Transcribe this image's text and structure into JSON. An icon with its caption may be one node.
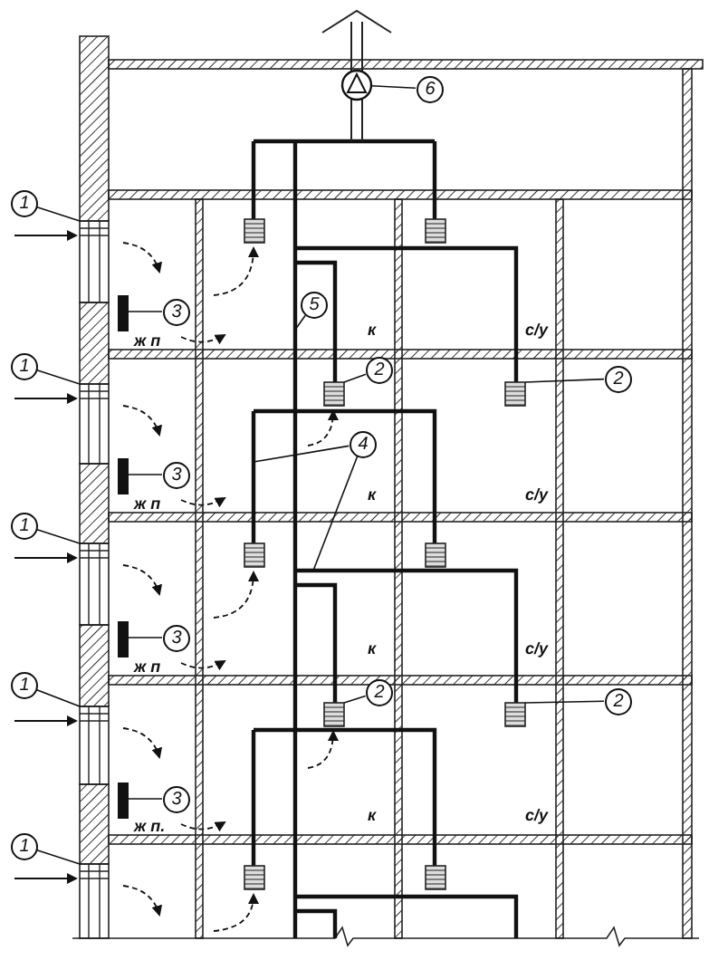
{
  "diagram": {
    "nodes": [
      {
        "text": [
          "6"
        ]
      },
      {
        "text": [
          "1"
        ]
      },
      {
        "text": [
          "5"
        ]
      },
      {
        "text": [
          "3"
        ]
      },
      {
        "text": [
          "1"
        ]
      },
      {
        "text": [
          "2"
        ]
      },
      {
        "text": [
          "2"
        ]
      },
      {
        "text": [
          "4"
        ]
      },
      {
        "text": [
          "3"
        ]
      },
      {
        "text": [
          "1"
        ]
      },
      {
        "text": [
          "3"
        ]
      },
      {
        "text": [
          "1"
        ]
      },
      {
        "text": [
          "2"
        ]
      },
      {
        "text": [
          "2"
        ]
      },
      {
        "text": [
          "3"
        ]
      },
      {
        "text": [
          "1"
        ]
      },
      {
        "text": [],
        "shape": "circle"
      },
      {
        "text": [],
        "shape": "box"
      },
      {
        "text": [],
        "shape": "box"
      },
      {
        "text": [],
        "shape": "box"
      },
      {
        "text": [],
        "shape": "box"
      },
      {
        "text": [],
        "shape": "box"
      },
      {
        "text": [],
        "shape": "bar"
      },
      {
        "text": [],
        "shape": "bar"
      },
      {
        "text": [],
        "shape": "bar"
      },
      {
        "text": [],
        "shape": "bar"
      },
      {
        "text": [],
        "shape": "box"
      },
      {
        "text": [],
        "shape": "box"
      },
      {
        "text": [],
        "shape": "box"
      },
      {
        "text": [],
        "shape": "box"
      }
    ],
    "edges": [
      {
        "from": 0,
        "to": 16,
        "arrow": "none"
      },
      {
        "from": 1,
        "to": 17,
        "arrow": "none"
      },
      {
        "from": 2,
        "to": null,
        "arrow": "none"
      },
      {
        "from": 3,
        "to": 22,
        "arrow": "none"
      },
      {
        "from": 4,
        "to": 18,
        "arrow": "none"
      },
      {
        "from": 5,
        "to": 26,
        "arrow": "none"
      },
      {
        "from": 6,
        "to": 27,
        "arrow": "none"
      },
      {
        "from": 7,
        "to": null,
        "arrow": "none"
      },
      {
        "from": 7,
        "to": null,
        "arrow": "none"
      },
      {
        "from": 8,
        "to": 23,
        "arrow": "none"
      },
      {
        "from": 9,
        "to": 19,
        "arrow": "none"
      },
      {
        "from": 10,
        "to": 24,
        "arrow": "none"
      },
      {
        "from": 11,
        "to": 20,
        "arrow": "none"
      },
      {
        "from": 12,
        "to": 28,
        "arrow": "none"
      },
      {
        "from": 13,
        "to": 29,
        "arrow": "none"
      },
      {
        "from": 14,
        "to": 25,
        "arrow": "none"
      },
      {
        "from": 15,
        "to": 21,
        "arrow": "none"
      }
    ],
    "labels": [
      "к",
      "с/у",
      "ж п",
      "к",
      "с/у",
      "ж п",
      "к",
      "с/у",
      "ж п",
      "к",
      "с/у",
      "ж п."
    ]
  }
}
